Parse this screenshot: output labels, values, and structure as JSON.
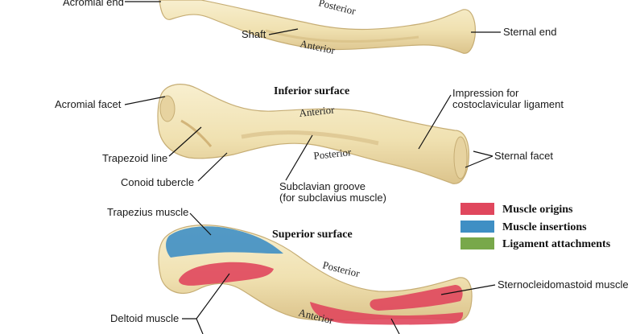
{
  "top_view": {
    "labels": {
      "acromial_end": "Acromial end",
      "posterior": "Posterior",
      "shaft": "Shaft",
      "anterior": "Anterior",
      "sternal_end": "Sternal end"
    }
  },
  "inferior_view": {
    "title": "Inferior surface",
    "labels": {
      "acromial_facet": "Acromial facet",
      "anterior": "Anterior",
      "impression_line1": "Impression for",
      "impression_line2": "costoclavicular ligament",
      "trapezoid_line": "Trapezoid line",
      "posterior": "Posterior",
      "sternal_facet": "Sternal facet",
      "conoid_tubercle": "Conoid tubercle",
      "subclavian_line1": "Subclavian groove",
      "subclavian_line2": "(for subclavius muscle)"
    }
  },
  "superior_view": {
    "title": "Superior surface",
    "labels": {
      "trapezius": "Trapezius muscle",
      "posterior": "Posterior",
      "sternocleidomastoid": "Sternocleidomastoid muscle",
      "deltoid": "Deltoid muscle",
      "anterior": "Anterior"
    }
  },
  "legend": [
    {
      "label": "Muscle origins",
      "color": "#e0475d"
    },
    {
      "label": "Muscle insertions",
      "color": "#3f8fc4"
    },
    {
      "label": "Ligament attachments",
      "color": "#78a84a"
    }
  ],
  "colors": {
    "bone_fill": "#f1e3b6",
    "bone_edge": "#c8b27a",
    "bone_shade": "#dcc68f"
  }
}
